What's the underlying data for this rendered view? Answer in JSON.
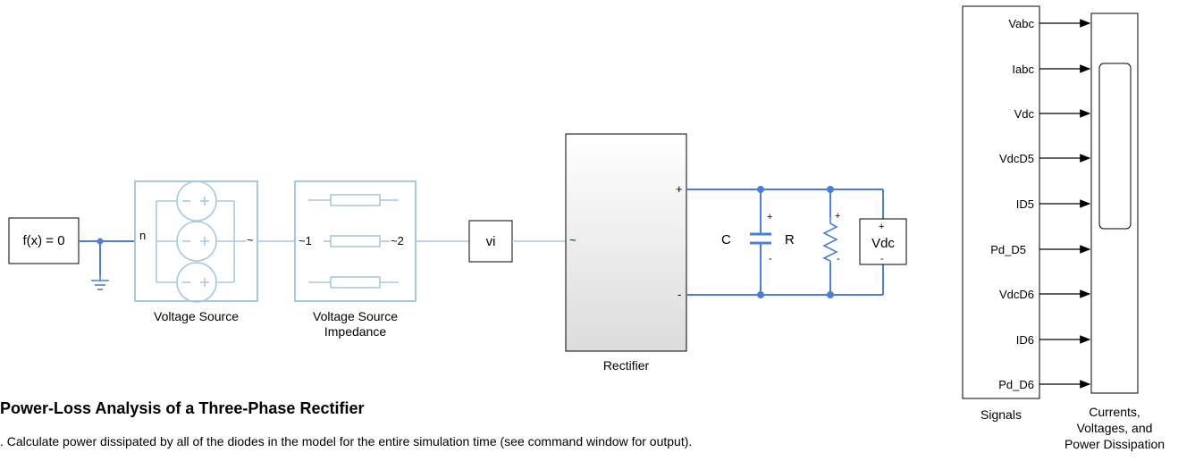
{
  "model": {
    "title": "Power-Loss Analysis of a Three-Phase Rectifier",
    "note": ". Calculate power dissipated by all of the diodes in the model for the entire simulation time (see command window for output)."
  },
  "blocks": {
    "fx": {
      "text": "f(x) = 0"
    },
    "voltage_source": {
      "label": "Voltage Source",
      "port_n": "n",
      "port_out": "~"
    },
    "impedance": {
      "label_line1": "Voltage Source",
      "label_line2": "Impedance",
      "port_in": "~1",
      "port_out": "~2"
    },
    "vi": {
      "text": "vi"
    },
    "rectifier": {
      "label": "Rectifier",
      "port_in": "~",
      "port_plus": "+",
      "port_minus": "-"
    },
    "capacitor": {
      "label": "C",
      "plus": "+",
      "minus": "-"
    },
    "resistor": {
      "label": "R",
      "plus": "+",
      "minus": "-"
    },
    "vdc_sensor": {
      "text": "Vdc",
      "plus": "+",
      "minus": "-"
    },
    "signals": {
      "label": "Signals",
      "ports": [
        "Vabc",
        "Iabc",
        "Vdc",
        "VdcD5",
        "ID5",
        "Pd_D5",
        "VdcD6",
        "ID6",
        "Pd_D6"
      ]
    },
    "scope": {
      "label_line1": "Currents,",
      "label_line2": "Voltages, and",
      "label_line3": "Power Dissipation"
    }
  },
  "colors": {
    "wire": "#4a7fd4",
    "block_light": "#a8c8e0",
    "ground": "#4a7fd4",
    "signal": "#000000"
  }
}
